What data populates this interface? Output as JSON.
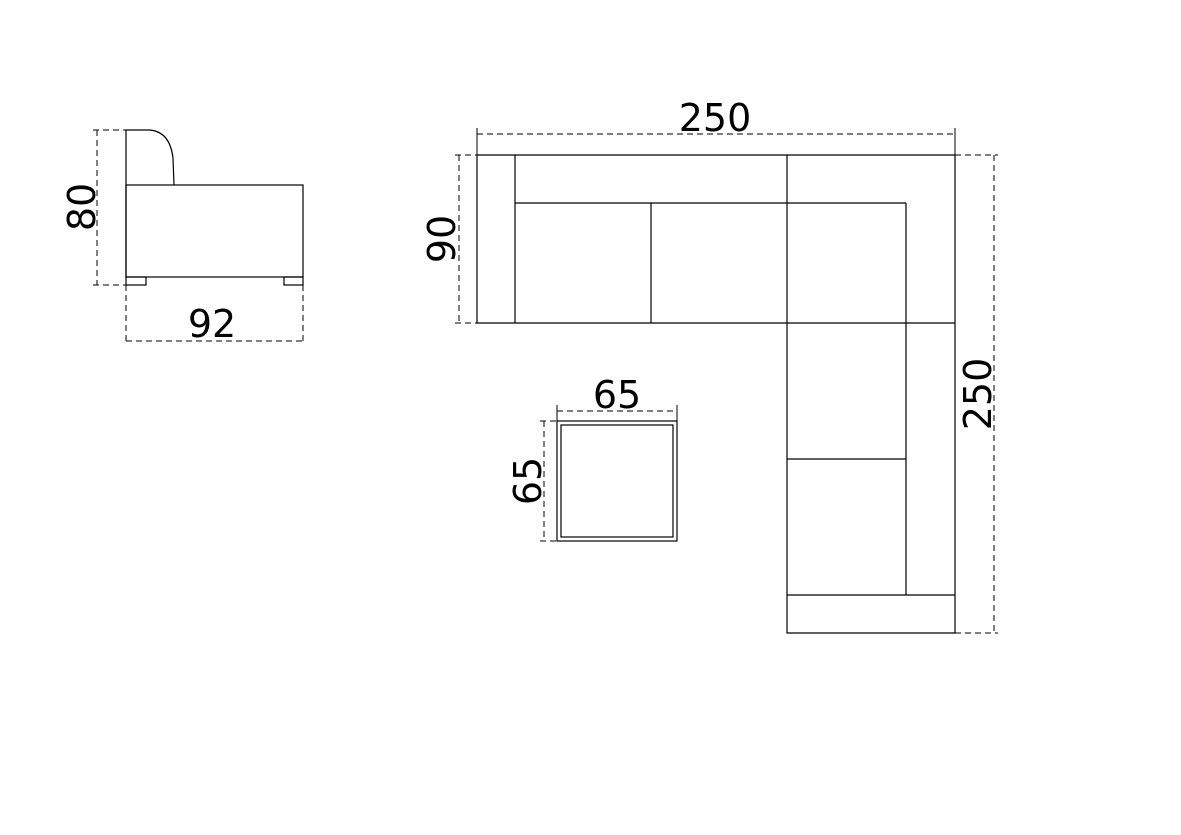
{
  "side_view": {
    "height_label": "80",
    "depth_label": "92"
  },
  "sofa_plan": {
    "width_label": "250",
    "length_label": "250",
    "seat_depth_label": "90"
  },
  "table": {
    "width_label": "65",
    "depth_label": "65"
  }
}
